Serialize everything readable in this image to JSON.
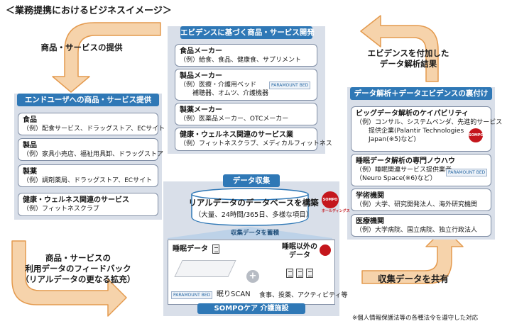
{
  "title": "＜業務提携におけるビジネスイメージ＞",
  "center_top": {
    "header": "エビデンスに基づく商品・サービス開発",
    "cards": [
      {
        "title": "食品メーカー",
        "body": [
          "（例）給食、食品、健康食、サプリメント"
        ]
      },
      {
        "title": "製品メーカー",
        "body": [
          "（例）医療・介護用ベッド",
          "補聴器、オムツ、介護機器"
        ],
        "logo": "PARAMOUNT BED"
      },
      {
        "title": "製薬メーカー",
        "body": [
          "（例）医薬品メーカー、OTCメーカー"
        ]
      },
      {
        "title": "健康・ウェルネス関連のサービス業",
        "body": [
          "（例）フィットネスクラブ、メディカルフィットネス"
        ]
      }
    ]
  },
  "left": {
    "arrow_label": "商品・サービスの提供",
    "header": "エンドユーザへの商品・サービス提供",
    "cards": [
      {
        "title": "食品",
        "body": "（例）配食サービス、ドラッグストア、ECサイト"
      },
      {
        "title": "製品",
        "body": "（例）家具小売店、福祉用具卸、ドラッグストア"
      },
      {
        "title": "製薬",
        "body": "（例）調剤薬局、ドラッグストア、ECサイト"
      },
      {
        "title": "健康・ウェルネス関連のサービス",
        "body": "（例）フィットネスクラブ"
      }
    ],
    "bottom_arrow_label": [
      "商品・サービスの",
      "利用データのフィードバック",
      "（リアルデータの更なる拡充）"
    ]
  },
  "right": {
    "arrow_label": [
      "エビデンスを付加した",
      "データ解析結果"
    ],
    "header": "データ解析＋データエビデンスの裏付け",
    "cards": [
      {
        "title": "ビッグデータ解析のケイパビリティ",
        "body": [
          "（例）コンサル、システムベンダ、先進的サービス",
          "提供企業(Palantir Technologies",
          "Japan(※5)など)"
        ],
        "logo": "SOMPO"
      },
      {
        "title": "睡眠データ解析の専門ノウハウ",
        "body": [
          "（例）睡眠関連サービス提供業者",
          "（Neuro Space(※6)など）"
        ],
        "logo": "PARAMOUNT BED"
      },
      {
        "title": "学術機関",
        "body": [
          "（例）大学、研究開発法人、海外研究機関"
        ]
      },
      {
        "title": "医療機関",
        "body": [
          "（例）大学病院、国立病院、独立行政法人"
        ]
      }
    ],
    "bottom_arrow_label": "収集データを共有"
  },
  "center_bottom": {
    "header": "データ収集",
    "db_title": "リアルデータのデータベースを構築",
    "db_sub": "（大量、24時間/365日、多様な項目）",
    "accumulate": "収集データを蓄積",
    "sleep_data": "睡眠データ",
    "other_data": [
      "睡眠以外の",
      "データ"
    ],
    "sensor": "眠りSCAN",
    "other_examples": "食事、投薬、アクティビティ等",
    "plus": "+",
    "footer": "SOMPOケア 介護施設",
    "sompo_logo": "SOMPO",
    "sompo_logo_sub": "ホールディングス",
    "paramount_logo": "PARAMOUNT BED"
  },
  "footnote": "※個人情報保護法等の各種法令を遵守した対応",
  "colors": {
    "header": "#2f78b6",
    "panel": "#d9dfe9",
    "arrow": "#f6d3ab",
    "arrow_stroke": "#e49a4e",
    "sompo": "#c4161c"
  }
}
